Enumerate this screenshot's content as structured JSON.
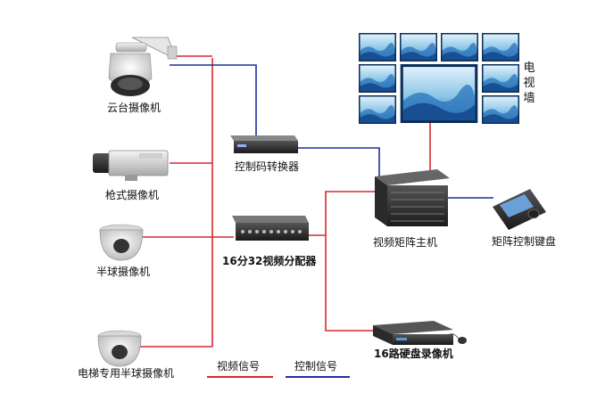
{
  "devices": {
    "ptz_camera": "云台摄像机",
    "box_camera": "枪式摄像机",
    "dome_camera": "半球摄像机",
    "elevator_camera": "电梯专用半球摄像机",
    "code_converter": "控制码转换器",
    "distributor": "16分32视频分配器",
    "matrix_host": "视频矩阵主机",
    "keyboard": "矩阵控制键盘",
    "dvr": "16路硬盘录像机",
    "video_wall": [
      "电",
      "视",
      "墙"
    ]
  },
  "legend": {
    "video_signal": "视频信号",
    "control_signal": "控制信号"
  },
  "colors": {
    "video_signal": "#d8282e",
    "control_signal": "#1c2fa0"
  }
}
